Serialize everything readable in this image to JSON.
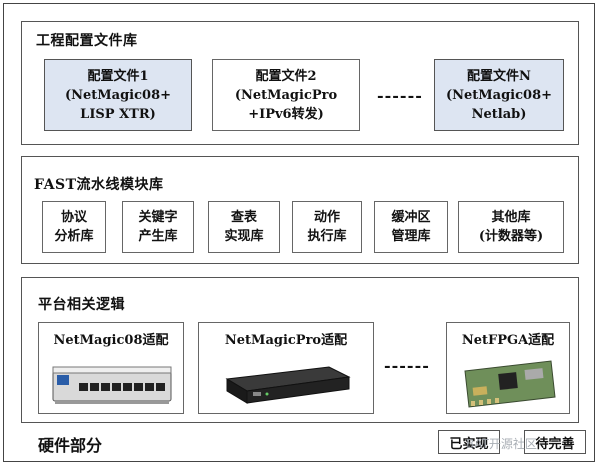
{
  "library": {
    "title": "工程配置文件库",
    "files": [
      {
        "lines": [
          "配置文件1",
          "(NetMagic08+",
          "LISP XTR)"
        ]
      },
      {
        "lines": [
          "配置文件2",
          "(NetMagicPro",
          "+IPv6转发)"
        ]
      },
      {
        "lines": [
          "配置文件N",
          "(NetMagic08+",
          "Netlab)"
        ]
      }
    ],
    "ellipsis": "------"
  },
  "fast": {
    "title": "FAST流水线模块库",
    "modules": [
      {
        "lines": [
          "协议",
          "分析库"
        ]
      },
      {
        "lines": [
          "关键字",
          "产生库"
        ]
      },
      {
        "lines": [
          "查表",
          "实现库"
        ]
      },
      {
        "lines": [
          "动作",
          "执行库"
        ]
      },
      {
        "lines": [
          "缓冲区",
          "管理库"
        ]
      },
      {
        "lines": [
          "其他库",
          "(计数器等)"
        ]
      }
    ]
  },
  "platform": {
    "title": "平台相关逻辑",
    "adapters": [
      {
        "label": "NetMagic08适配"
      },
      {
        "label": "NetMagicPro适配"
      },
      {
        "label": "NetFPGA适配"
      }
    ],
    "ellipsis": "------"
  },
  "hardware": {
    "title": "硬件部分",
    "buttons": [
      "已实现",
      "待完善"
    ],
    "watermark": "BAT开源社区"
  },
  "colors": {
    "tint": "#dde5f2",
    "border": "#555555"
  }
}
